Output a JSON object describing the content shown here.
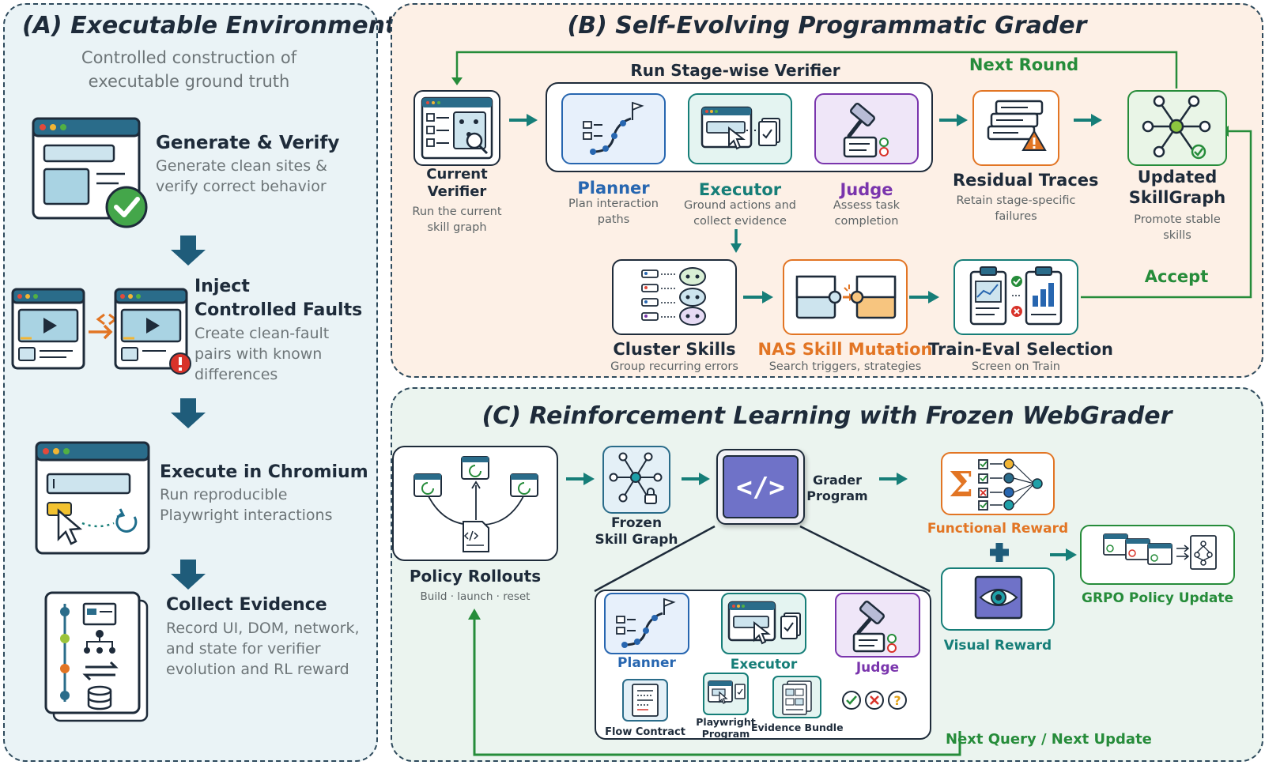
{
  "panel_a": {
    "title": "(A) Executable Environment",
    "subtitle_line1": "Controlled construction of",
    "subtitle_line2": "executable ground truth",
    "steps": [
      {
        "title": "Generate & Verify",
        "desc": "Generate clean sites & verify correct behavior"
      },
      {
        "title_line1": "Inject",
        "title_line2": "Controlled Faults",
        "desc": "Create clean-fault pairs with known differences"
      },
      {
        "title": "Execute in Chromium",
        "desc": "Run reproducible Playwright interactions"
      },
      {
        "title": "Collect Evidence",
        "desc": "Record UI, DOM, network, and state for verifier evolution and RL reward"
      }
    ]
  },
  "panel_b": {
    "title": "(B) Self-Evolving Programmatic Grader",
    "next_round": "Next Round",
    "stage_verifier": "Run Stage-wise Verifier",
    "current_verifier": {
      "title_line1": "Current",
      "title_line2": "Verifier",
      "desc": "Run the current skill graph"
    },
    "planner": {
      "title": "Planner",
      "desc": "Plan interaction paths"
    },
    "executor": {
      "title": "Executor",
      "desc": "Ground actions and collect evidence"
    },
    "judge": {
      "title": "Judge",
      "desc": "Assess task completion"
    },
    "residual": {
      "title": "Residual Traces",
      "desc": "Retain stage-specific failures"
    },
    "updated": {
      "title_line1": "Updated",
      "title_line2": "SkillGraph",
      "desc": "Promote stable skills"
    },
    "accept": "Accept",
    "cluster": {
      "title": "Cluster Skills",
      "desc": "Group recurring errors"
    },
    "nas": {
      "title": "NAS Skill Mutation",
      "desc": "Search triggers, strategies"
    },
    "train_eval": {
      "title": "Train-Eval Selection",
      "desc": "Screen on Train"
    }
  },
  "panel_c": {
    "title": "(C) Reinforcement Learning with Frozen WebGrader",
    "policy_rollouts": {
      "title": "Policy Rollouts",
      "desc": "Build · launch · reset"
    },
    "frozen": {
      "line1": "Frozen",
      "line2": "Skill Graph"
    },
    "grader_program": {
      "line1": "Grader",
      "line2": "Program"
    },
    "code_symbol": "</>",
    "functional_reward": "Functional Reward",
    "visual_reward": "Visual Reward",
    "grpo": "GRPO Policy Update",
    "planner": "Planner",
    "executor": "Executor",
    "judge": "Judge",
    "flow_contract": "Flow Contract",
    "playwright_line1": "Playwright",
    "playwright_line2": "Program",
    "evidence_bundle": "Evidence Bundle",
    "next_query": "Next Query / Next Update"
  },
  "colors": {
    "dark_arrow": "#1f5c7a",
    "teal": "#167e78",
    "green": "#268c3a",
    "orange": "#e27524",
    "purple": "#7a35ad",
    "blue": "#2766b0"
  }
}
